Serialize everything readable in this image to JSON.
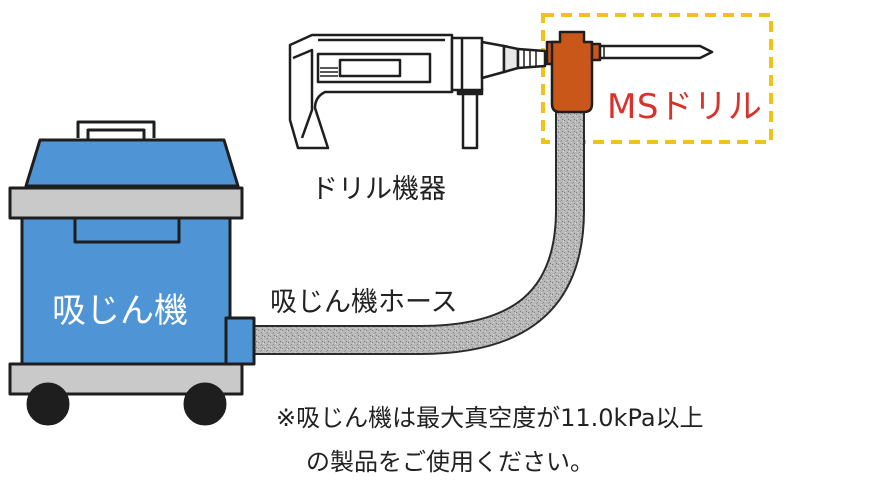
{
  "labels": {
    "drill_device": "ドリル機器",
    "ms_drill": "MSドリル",
    "vacuum": "吸じん機",
    "vacuum_hose": "吸じん機ホース"
  },
  "note": {
    "line1": "※吸じん機は最大真空度が11.0kPa以上",
    "line2": "の製品をご使用ください。"
  },
  "colors": {
    "vacuum_body": "#4f95d6",
    "vacuum_panel": "#c9c9c9",
    "ms_drill": "#c9571a",
    "ms_drill_text": "#d7332d",
    "highlight_box": "#f2c21b",
    "hose": "#b3b3b3",
    "outline": "#1e1e1e"
  }
}
